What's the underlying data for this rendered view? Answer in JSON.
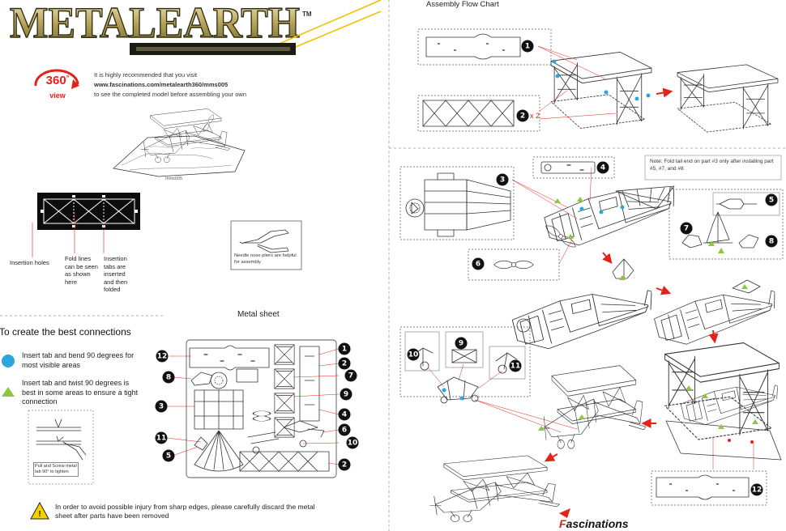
{
  "logo": {
    "brand": "METALEARTH",
    "tm": "TM"
  },
  "view360": {
    "number": "360",
    "degree": "°",
    "word": "view"
  },
  "recommendation": {
    "line1": "It is highly recommended that you visit",
    "url": "www.fascinations.com/metalearth360/mms005",
    "line3": "to see the completed model before assembling your own"
  },
  "model_code": "mms005",
  "sheet_labels": {
    "insertion_holes": "Insertion holes",
    "fold_lines": "Fold lines can be seen as shown here",
    "insertion_tabs": "Insertion tabs are inserted and then folded"
  },
  "pliers_note": "Needle nose pliers are helpful for assembly",
  "connections": {
    "title": "To create the best connections",
    "bend_text": "Insert tab and bend 90 degrees for most visible areas",
    "twist_text": "Insert tab and twist 90 degrees is best in some areas to ensure a tight connection",
    "pull_screw": "Pull and Screw metal tab 90° to tighten",
    "colors": {
      "bend": "#2ba6de",
      "twist": "#8dc63f"
    }
  },
  "metal_sheet_title": "Metal sheet",
  "warning_text": "In order to avoid possible injury from sharp edges, please carefully discard the metal sheet after parts have been removed",
  "flow_chart_title": "Assembly Flow Chart",
  "quantity_note": "x 2",
  "tail_note": "Note: Fold tail end on part #3 only after installing part #5, #7, and #8",
  "brand_footer": {
    "initial": "F",
    "rest": "ascinations"
  },
  "part_numbers": {
    "sheet": [
      "12",
      "8",
      "3",
      "11",
      "5",
      "2",
      "1",
      "7",
      "9",
      "4",
      "6",
      "10",
      "2"
    ],
    "flow": [
      "1",
      "2",
      "3",
      "4",
      "5",
      "7",
      "8",
      "6",
      "9",
      "10",
      "11",
      "12"
    ]
  },
  "colors": {
    "accent_red": "#e2231a",
    "line": "#333333",
    "badge": "#111111"
  }
}
